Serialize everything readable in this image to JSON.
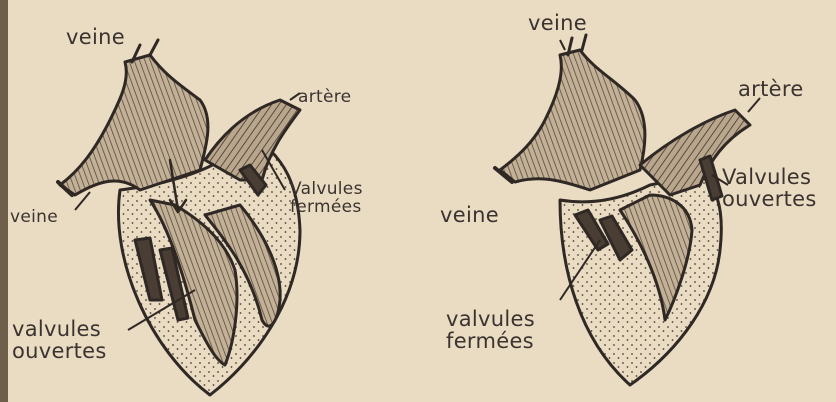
{
  "colors": {
    "paper": "#e9dcc2",
    "ink": "#3b3330",
    "shade": "#6b5a4a",
    "fill": "#f3ead8"
  },
  "left_diagram": {
    "label_top_vein": "veine",
    "label_artery": "artère",
    "label_side_vein": "veine",
    "label_closed_valves": [
      "Valvules",
      "fermées"
    ],
    "label_open_valves": [
      "valvules",
      "ouvertes"
    ]
  },
  "right_diagram": {
    "label_top_vein": "veine",
    "label_artery": "artère",
    "label_side_vein": "veine",
    "label_open_valves": [
      "Valvules",
      "ouvertes"
    ],
    "label_closed_valves": [
      "valvules",
      "fermées"
    ]
  }
}
